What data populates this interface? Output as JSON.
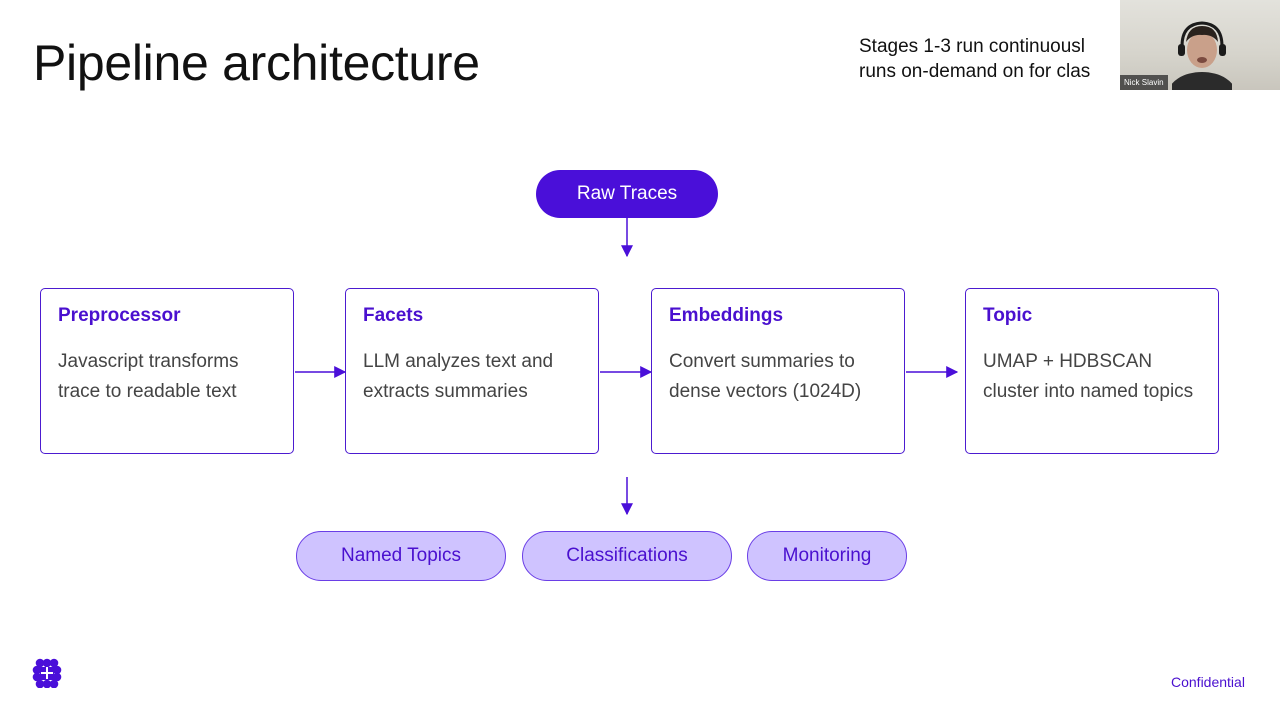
{
  "slide": {
    "title": "Pipeline architecture",
    "note_lines": [
      "Stages 1-3 run continuousl",
      "runs on-demand on for clas"
    ],
    "footer": "Confidential"
  },
  "webcam": {
    "name": "Nick Slavin"
  },
  "diagram": {
    "source": "Raw Traces",
    "stages": [
      {
        "title": "Preprocessor",
        "body": "Javascript transforms trace to readable text"
      },
      {
        "title": "Facets",
        "body": "LLM analyzes text and extracts summaries"
      },
      {
        "title": "Embeddings",
        "body": "Convert summaries to dense vectors (1024D)"
      },
      {
        "title": "Topic",
        "body": "UMAP + HDBSCAN cluster into named topics"
      }
    ],
    "outputs": [
      "Named Topics",
      "Classifications",
      "Monitoring"
    ]
  },
  "colors": {
    "accent": "#4a0fd9",
    "output_fill": "#cfc3ff",
    "body_text": "#444444"
  }
}
